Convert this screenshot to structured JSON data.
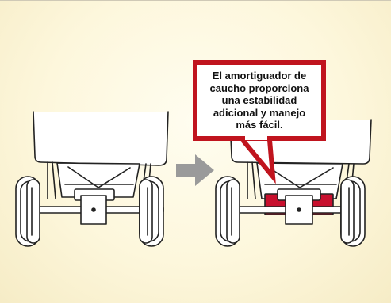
{
  "callout": {
    "line1": "El amortiguador de",
    "line2": "caucho proporciona",
    "line3": "una estabilidad",
    "line4": "adicional y manejo",
    "line5": "más fácil."
  },
  "colors": {
    "background": "#fdf7dc",
    "callout_border": "#c0141e",
    "rubber_damper": "#c8102e",
    "arrow": "#9a9a9a",
    "line": "#222222"
  },
  "icons": {
    "left": "cart-chassis-without-damper",
    "middle": "right-arrow-icon",
    "right": "cart-chassis-with-rubber-damper"
  }
}
